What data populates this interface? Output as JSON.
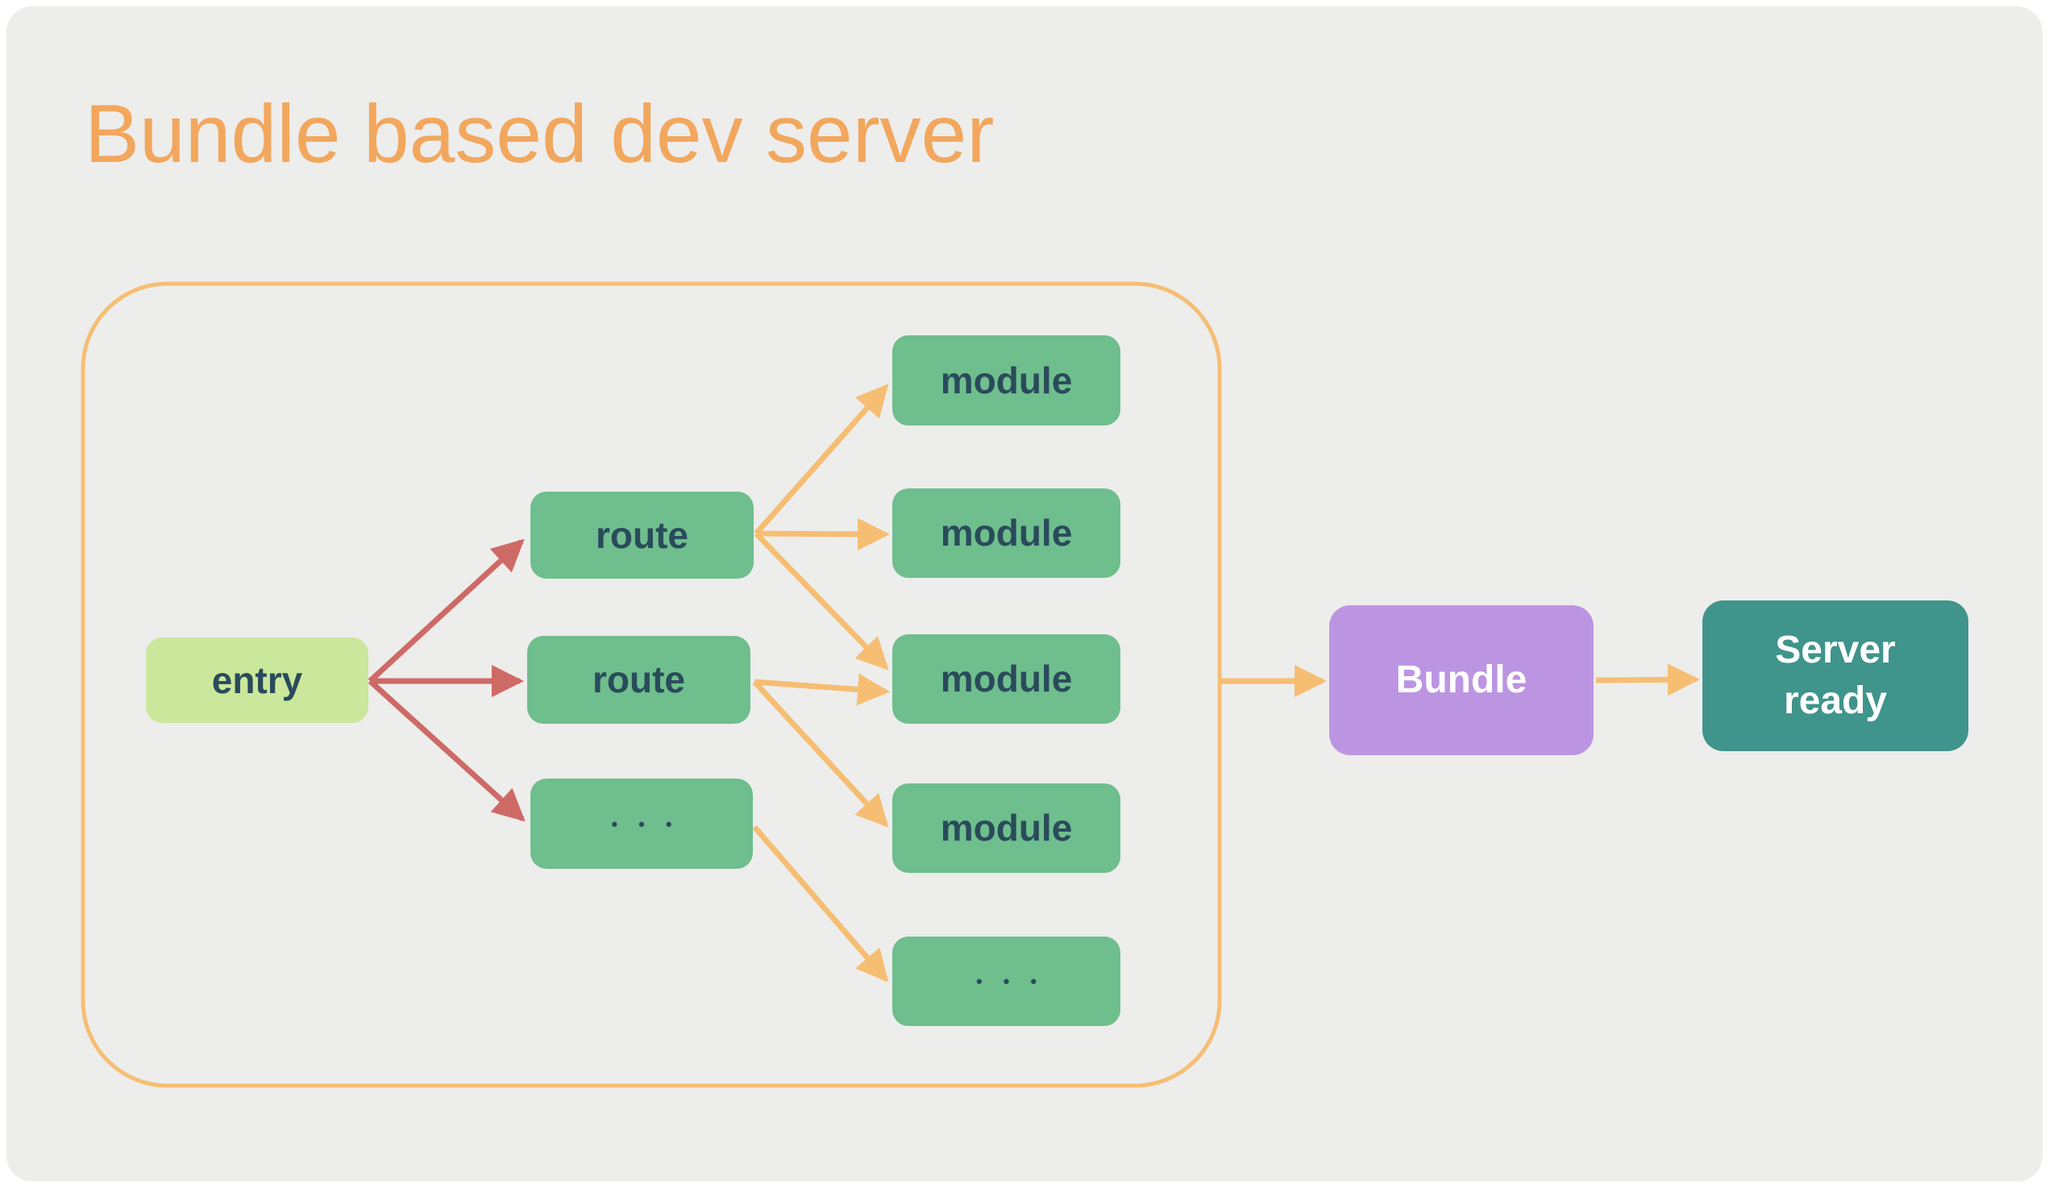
{
  "title": "Bundle based dev server",
  "diagram": {
    "entry": {
      "label": "entry"
    },
    "routes": [
      {
        "label": "route"
      },
      {
        "label": "route"
      },
      {
        "label": "•••"
      }
    ],
    "modules": [
      {
        "label": "module"
      },
      {
        "label": "module"
      },
      {
        "label": "module"
      },
      {
        "label": "module"
      },
      {
        "label": "•••"
      }
    ],
    "bundle": {
      "label": "Bundle"
    },
    "server": {
      "line1": "Server",
      "line2": "ready"
    }
  },
  "colors": {
    "page_background": "#FFFFFF",
    "card_background": "#EDEDEC",
    "title_text": "#F2A75D",
    "boundary_stroke": "#F6BE73",
    "arrow_orange": "#F6BE73",
    "arrow_red": "#CE6A66",
    "entry_fill": "#CBE79B",
    "route_module_fill": "#6FBE8D",
    "bundle_fill": "#BC95E2",
    "server_fill": "#3F948B",
    "node_text_dark": "#2A4B5B",
    "node_text_light": "#FFFFFF"
  }
}
